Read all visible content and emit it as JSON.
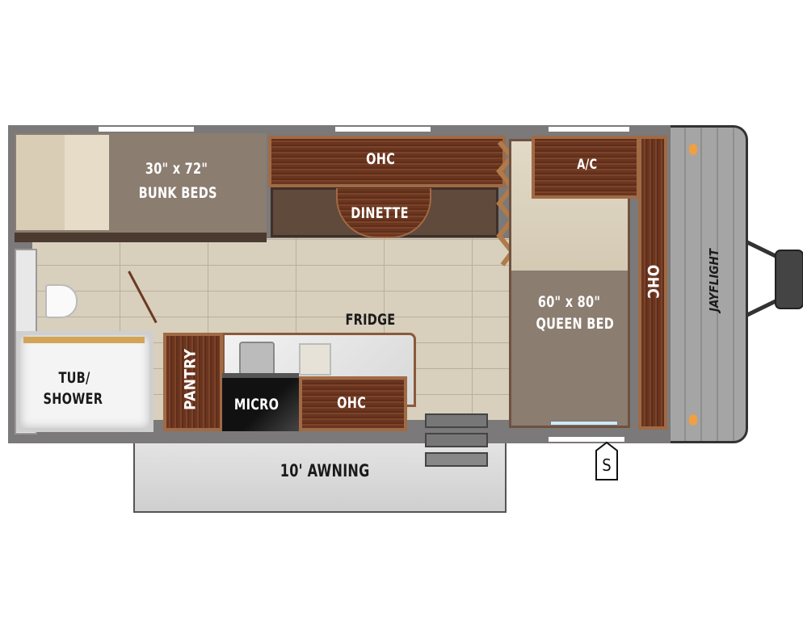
{
  "floorplan": {
    "rooms": {
      "bunk": {
        "size": "30\" x 72\"",
        "name": "BUNK BEDS"
      },
      "ohc_top": "OHC",
      "dinette": "DINETTE",
      "ac": "A/C",
      "ohc_side": "OHC",
      "queen": {
        "size": "60\" x 80\"",
        "name": "QUEEN BED"
      },
      "fridge": "FRIDGE",
      "tub": {
        "line1": "TUB/",
        "line2": "SHOWER"
      },
      "pantry": "PANTRY",
      "micro": "MICRO",
      "ohc_kitchen": "OHC",
      "awning": "10' AWNING"
    },
    "symbols": {
      "sign": "S"
    },
    "logo": "JAYFLIGHT"
  },
  "colors": {
    "wall": "#7b7979",
    "wood": "#6a3520",
    "floor": "#d8cfbd",
    "bed": "#8b7d70",
    "cap": "#a3a3a3"
  }
}
